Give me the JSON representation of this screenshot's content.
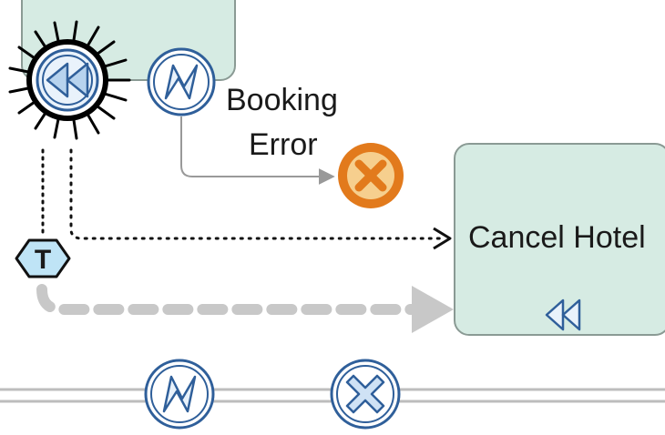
{
  "labels": {
    "booking_error_line1": "Booking",
    "booking_error_line2": "Error",
    "cancel_hotel": "Cancel Hotel",
    "transaction_marker": "T"
  },
  "colors": {
    "task_fill": "#d6ebe3",
    "task_stroke": "#8a9a94",
    "event_blue": "#2f5f9a",
    "event_blue_fill": "#e9f2fb",
    "cancel_end_orange": "#e27a1c",
    "cancel_end_fill": "#f6cf8e",
    "transaction_fill": "#bfe4f6",
    "flow_gray": "#999999",
    "dashed_flow": "#c8c8c8",
    "lane_line": "#bdbdbd"
  },
  "icons": [
    "compensation-event-icon",
    "error-event-icon",
    "cancel-end-event-icon",
    "transaction-marker-icon",
    "compensation-marker-icon",
    "cancel-event-icon"
  ]
}
